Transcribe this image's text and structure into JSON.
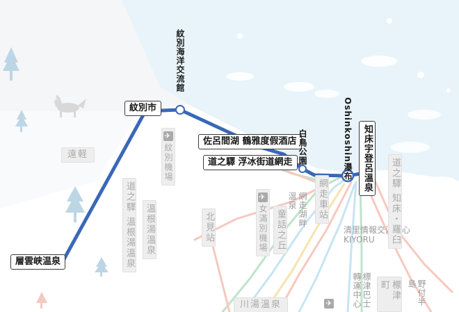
{
  "route_labels": {
    "sounkyo_onsen": "層雲峡温泉",
    "monbetsu_city": "紋別市",
    "monbetsu_kaiyo_koryukan": "紋別海洋交流館",
    "saroma_hotel": "佐呂間湖 鶴雅度假酒店",
    "michinoeki_abashiri": "道之驛 浮冰街道網走",
    "hakucho_koen": "白鳥公園",
    "oshinkoshin_falls": "Oshinkoshin瀑布",
    "utoro_onsen": "知床宇登呂溫泉"
  },
  "background_labels": {
    "engaru": "遠軽",
    "monbetsu_airport": "紋別機場",
    "michinoeki_onneyu": "道之驛 溫根湯溫泉",
    "onneyu_onsen": "溫根湯溫泉",
    "kitami_station": "北見站",
    "memanbetsu_airport": "女滿別機場",
    "abashiri_station": "網走車站",
    "douwa_no_oka": "童話之丘",
    "abashiri_lakeside": "網走湖畔",
    "onsen_small": "溫泉",
    "kiyosato_center": "清里情報交流中心",
    "kiyoru": "KIYORU",
    "michinoeki_shiretoko_rausu": "道之驛 知床・羅臼",
    "shibetsu_bus_center": "標津巴士轉運中心",
    "shibetsu_town": "標津町",
    "notsuke_peninsula": "野付半島",
    "kawayu_onsen": "川湯溫泉"
  },
  "icons": {
    "tree": "tree-icon",
    "fox": "fox-icon",
    "airport": "airport-icon"
  },
  "colors": {
    "main_route": "#3a68b8",
    "sea": "#e8f4fa",
    "land": "#ffffff",
    "route_pink": "#f7c8bf",
    "route_green": "#bfe3cc",
    "route_lightblue": "#c7e4f3",
    "route_yellow": "#f7e3b0"
  }
}
